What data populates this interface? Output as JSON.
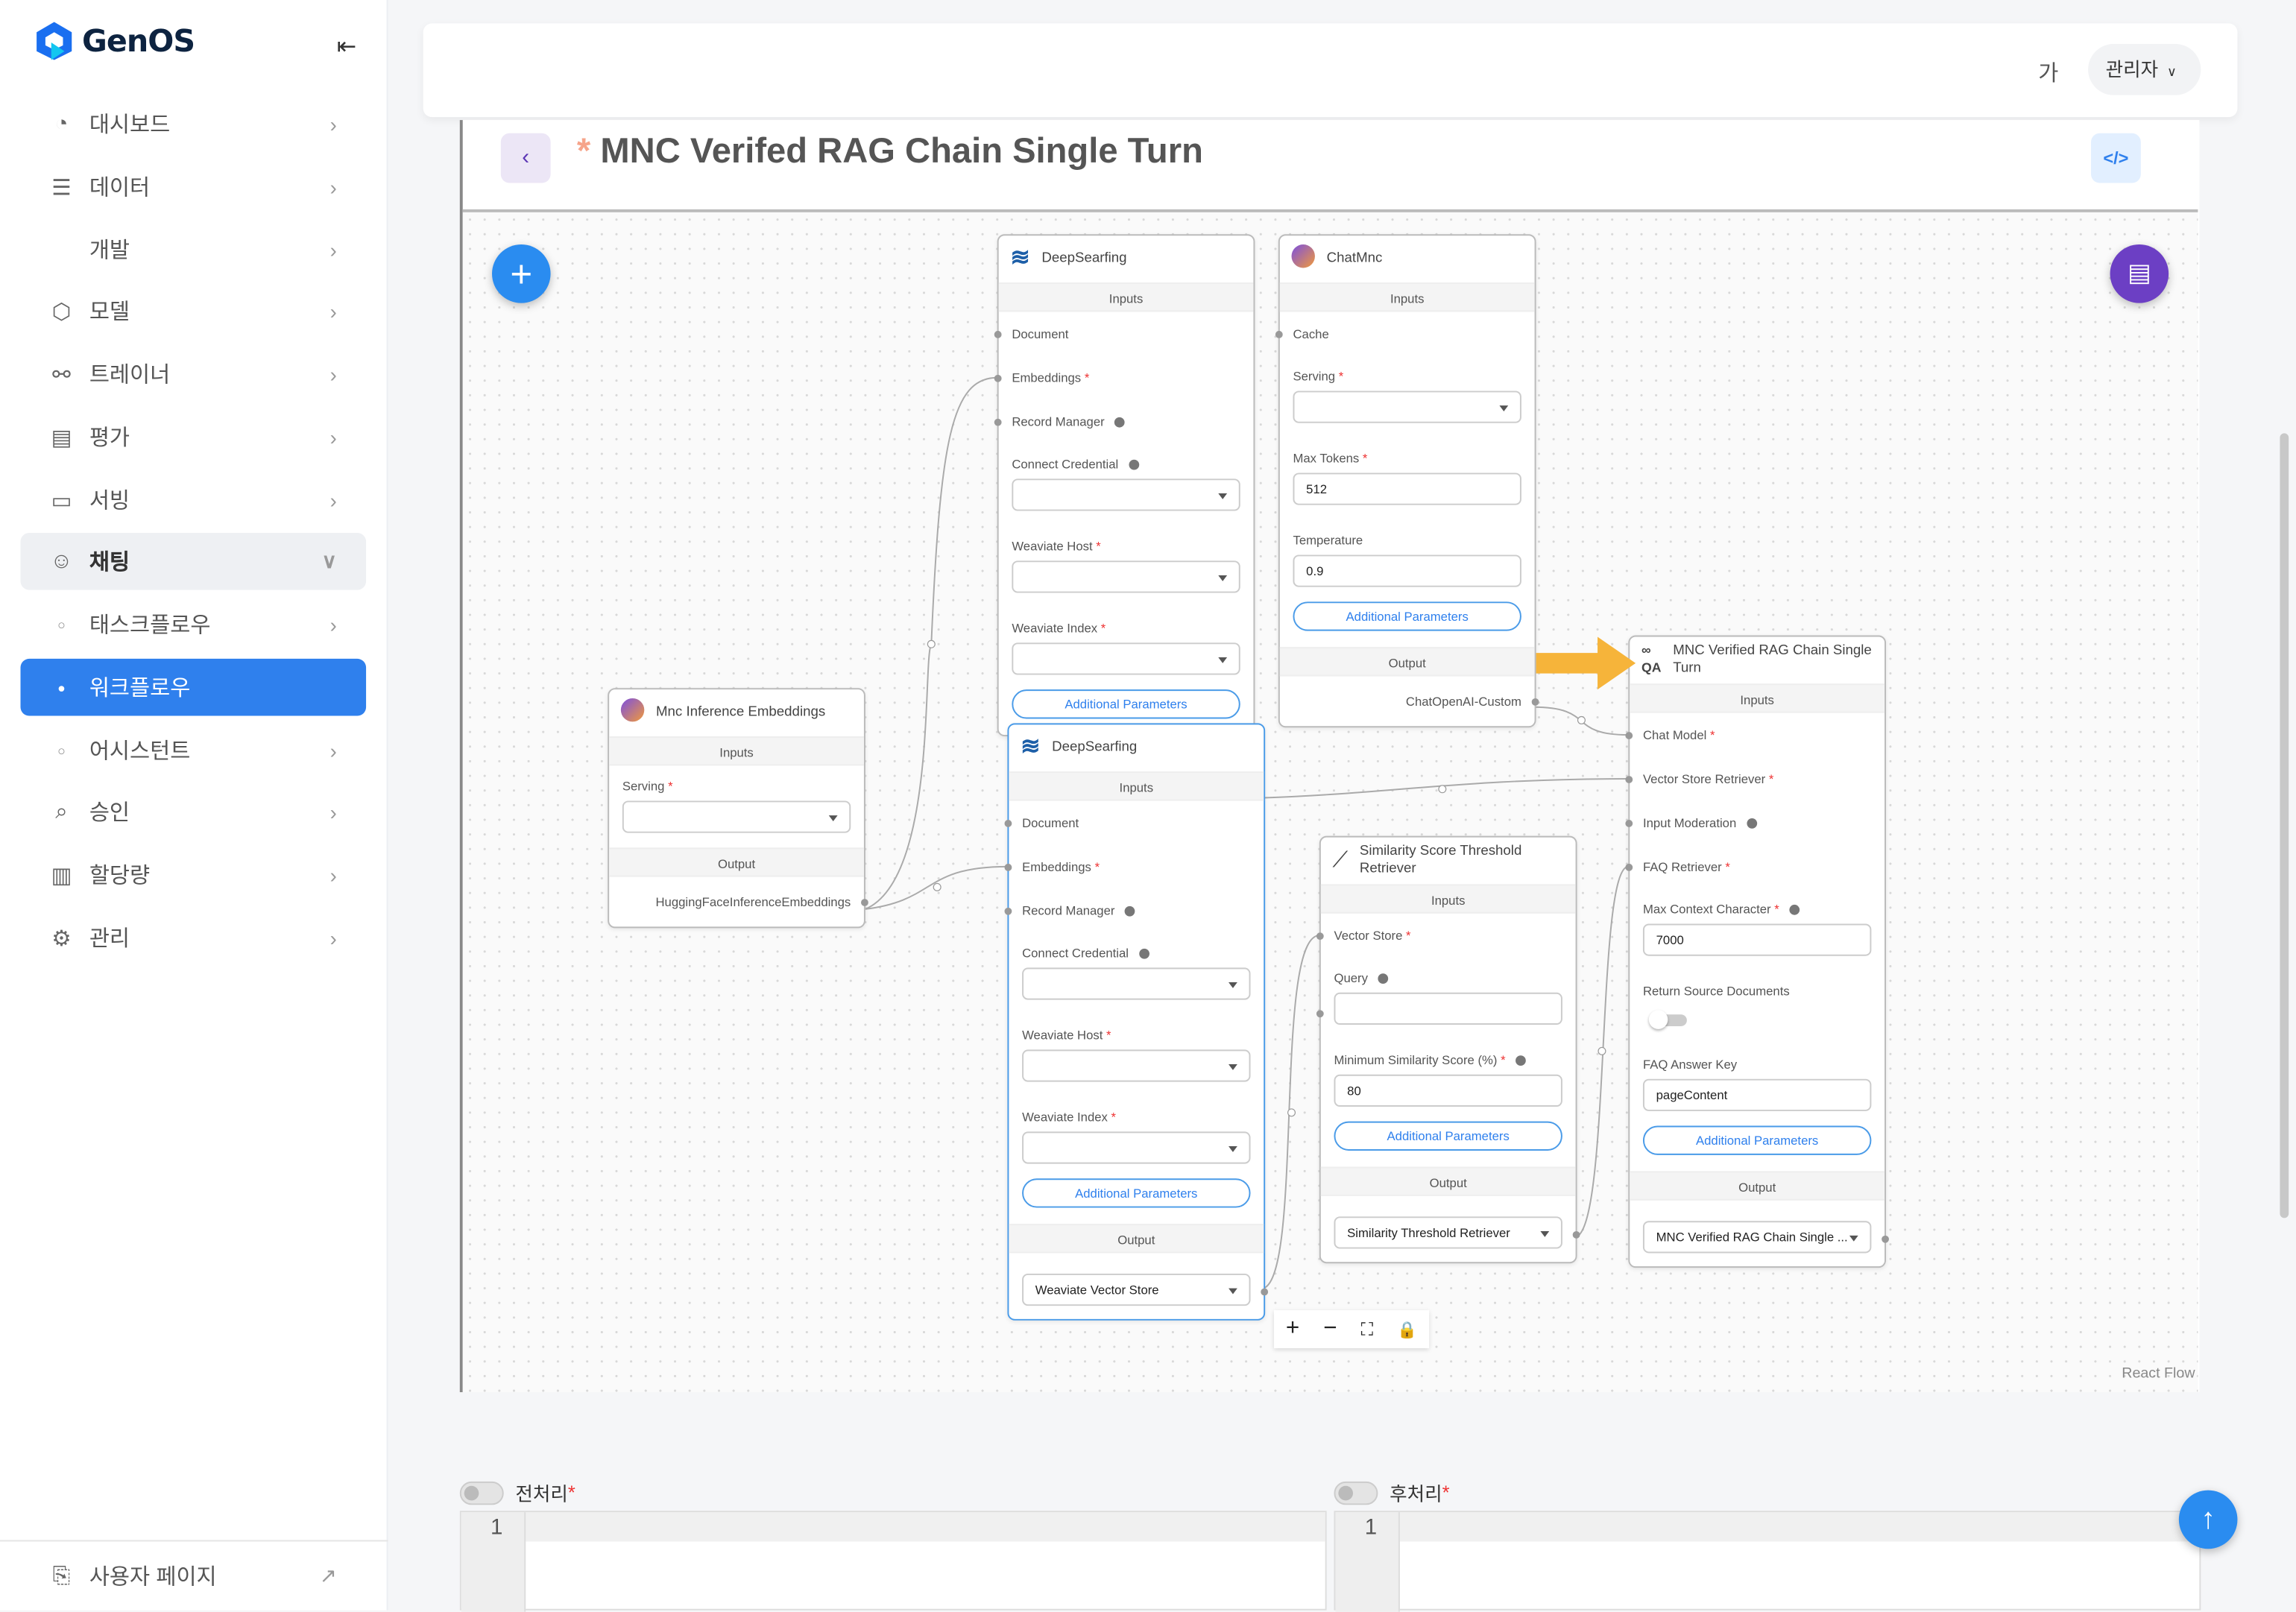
{
  "brand": {
    "name": "GenOS",
    "collapse_icon": "sidebar-collapse-icon"
  },
  "sidebar": {
    "items": [
      {
        "label": "대시보드",
        "icon": "gauge-icon"
      },
      {
        "label": "데이터",
        "icon": "database-icon"
      },
      {
        "label": "개발",
        "icon": "code-icon"
      },
      {
        "label": "모델",
        "icon": "cube-icon"
      },
      {
        "label": "트레이너",
        "icon": "trainer-icon"
      },
      {
        "label": "평가",
        "icon": "report-icon"
      },
      {
        "label": "서빙",
        "icon": "server-icon"
      },
      {
        "label": "채팅",
        "icon": "chat-icon",
        "expanded": true
      },
      {
        "label": "태스크플로우",
        "sub": true
      },
      {
        "label": "워크플로우",
        "sub": true,
        "active": true
      },
      {
        "label": "어시스턴트",
        "sub": true
      },
      {
        "label": "승인",
        "icon": "approval-icon"
      },
      {
        "label": "할당량",
        "icon": "quota-icon"
      },
      {
        "label": "관리",
        "icon": "gear-icon"
      }
    ],
    "footer": {
      "label": "사용자 페이지",
      "icon": "external-link-icon"
    }
  },
  "header": {
    "font_toggle": "가",
    "user": "관리자"
  },
  "editor": {
    "unsaved_marker": "*",
    "title": "MNC Verifed RAG Chain Single Turn",
    "watermark": "React Flow"
  },
  "nodes": [
    {
      "id": "ds1",
      "title": "DeepSearfing",
      "icon": "deepsearfing-icon",
      "sections": [
        {
          "bar": "Inputs",
          "rows": [
            {
              "label": "Document",
              "type": "handle"
            },
            {
              "label": "Embeddings",
              "req": true,
              "type": "handle"
            },
            {
              "label": "Record Manager",
              "info": true,
              "type": "handle"
            },
            {
              "label": "Connect Credential",
              "info": true,
              "type": "select",
              "value": ""
            },
            {
              "label": "Weaviate Host",
              "req": true,
              "type": "select",
              "value": ""
            },
            {
              "label": "Weaviate Index",
              "req": true,
              "type": "select",
              "value": ""
            },
            {
              "type": "button",
              "label": "Additional Parameters"
            }
          ]
        }
      ]
    },
    {
      "id": "chat",
      "title": "ChatMnc",
      "icon": "mnc-logo-icon",
      "sections": [
        {
          "bar": "Inputs",
          "rows": [
            {
              "label": "Cache",
              "type": "handle"
            },
            {
              "label": "Serving",
              "req": true,
              "type": "select",
              "value": ""
            },
            {
              "label": "Max Tokens",
              "req": true,
              "type": "input",
              "value": "512"
            },
            {
              "label": "Temperature",
              "type": "input",
              "value": "0.9"
            },
            {
              "type": "button",
              "label": "Additional Parameters"
            }
          ]
        },
        {
          "bar": "Output",
          "output": "ChatOpenAI-Custom"
        }
      ]
    },
    {
      "id": "emb",
      "title": "Mnc Inference Embeddings",
      "icon": "mnc-logo-icon",
      "sections": [
        {
          "bar": "Inputs",
          "rows": [
            {
              "label": "Serving",
              "req": true,
              "type": "select",
              "value": ""
            }
          ]
        },
        {
          "bar": "Output",
          "output": "HuggingFaceInferenceEmbeddings"
        }
      ]
    },
    {
      "id": "ds2",
      "title": "DeepSearfing",
      "icon": "deepsearfing-icon",
      "selected": true,
      "sections": [
        {
          "bar": "Inputs",
          "rows": [
            {
              "label": "Document",
              "type": "handle"
            },
            {
              "label": "Embeddings",
              "req": true,
              "type": "handle"
            },
            {
              "label": "Record Manager",
              "info": true,
              "type": "handle"
            },
            {
              "label": "Connect Credential",
              "info": true,
              "type": "select",
              "value": ""
            },
            {
              "label": "Weaviate Host",
              "req": true,
              "type": "select",
              "value": ""
            },
            {
              "label": "Weaviate Index",
              "req": true,
              "type": "select",
              "value": ""
            },
            {
              "type": "button",
              "label": "Additional Parameters"
            }
          ]
        },
        {
          "bar": "Output",
          "output_select": "Weaviate Vector Store"
        }
      ]
    },
    {
      "id": "sim",
      "title": "Similarity Score Threshold Retriever",
      "icon": "chart-line-icon",
      "sections": [
        {
          "bar": "Inputs",
          "rows": [
            {
              "label": "Vector Store",
              "req": true,
              "type": "handle"
            },
            {
              "label": "Query",
              "info": true,
              "type": "input",
              "value": ""
            },
            {
              "label": "Minimum Similarity Score (%)",
              "req": true,
              "info": true,
              "type": "input",
              "value": "80"
            },
            {
              "type": "button",
              "label": "Additional Parameters"
            }
          ]
        },
        {
          "bar": "Output",
          "output_select": "Similarity Threshold Retriever"
        }
      ]
    },
    {
      "id": "qa",
      "title": "MNC Verified RAG Chain Single Turn",
      "icon": "qa-chain-icon",
      "sections": [
        {
          "bar": "Inputs",
          "rows": [
            {
              "label": "Chat Model",
              "req": true,
              "type": "handle"
            },
            {
              "label": "Vector Store Retriever",
              "req": true,
              "type": "handle"
            },
            {
              "label": "Input Moderation",
              "info": true,
              "type": "handle"
            },
            {
              "label": "FAQ Retriever",
              "req": true,
              "type": "handle"
            },
            {
              "label": "Max Context Character",
              "req": true,
              "info": true,
              "type": "input",
              "value": "7000"
            },
            {
              "label": "Return Source Documents",
              "type": "toggle",
              "value": false
            },
            {
              "label": "FAQ Answer Key",
              "type": "input",
              "value": "pageContent"
            },
            {
              "type": "button",
              "label": "Additional Parameters"
            }
          ]
        },
        {
          "bar": "Output",
          "output_select": "MNC Verified RAG Chain Single ..."
        }
      ]
    }
  ],
  "canvas_controls": {
    "zoom_in": "+",
    "zoom_out": "−",
    "fit": "⛶",
    "lock": "🔒"
  },
  "scripts": {
    "pre": {
      "label": "전처리",
      "req": "*",
      "line": "1",
      "enabled": false
    },
    "post": {
      "label": "후처리",
      "req": "*",
      "line": "1",
      "enabled": false
    }
  },
  "colors": {
    "primary": "#2f80ed",
    "chat_fab": "#6c3fc4",
    "highlight_arrow": "#f6b43a"
  }
}
